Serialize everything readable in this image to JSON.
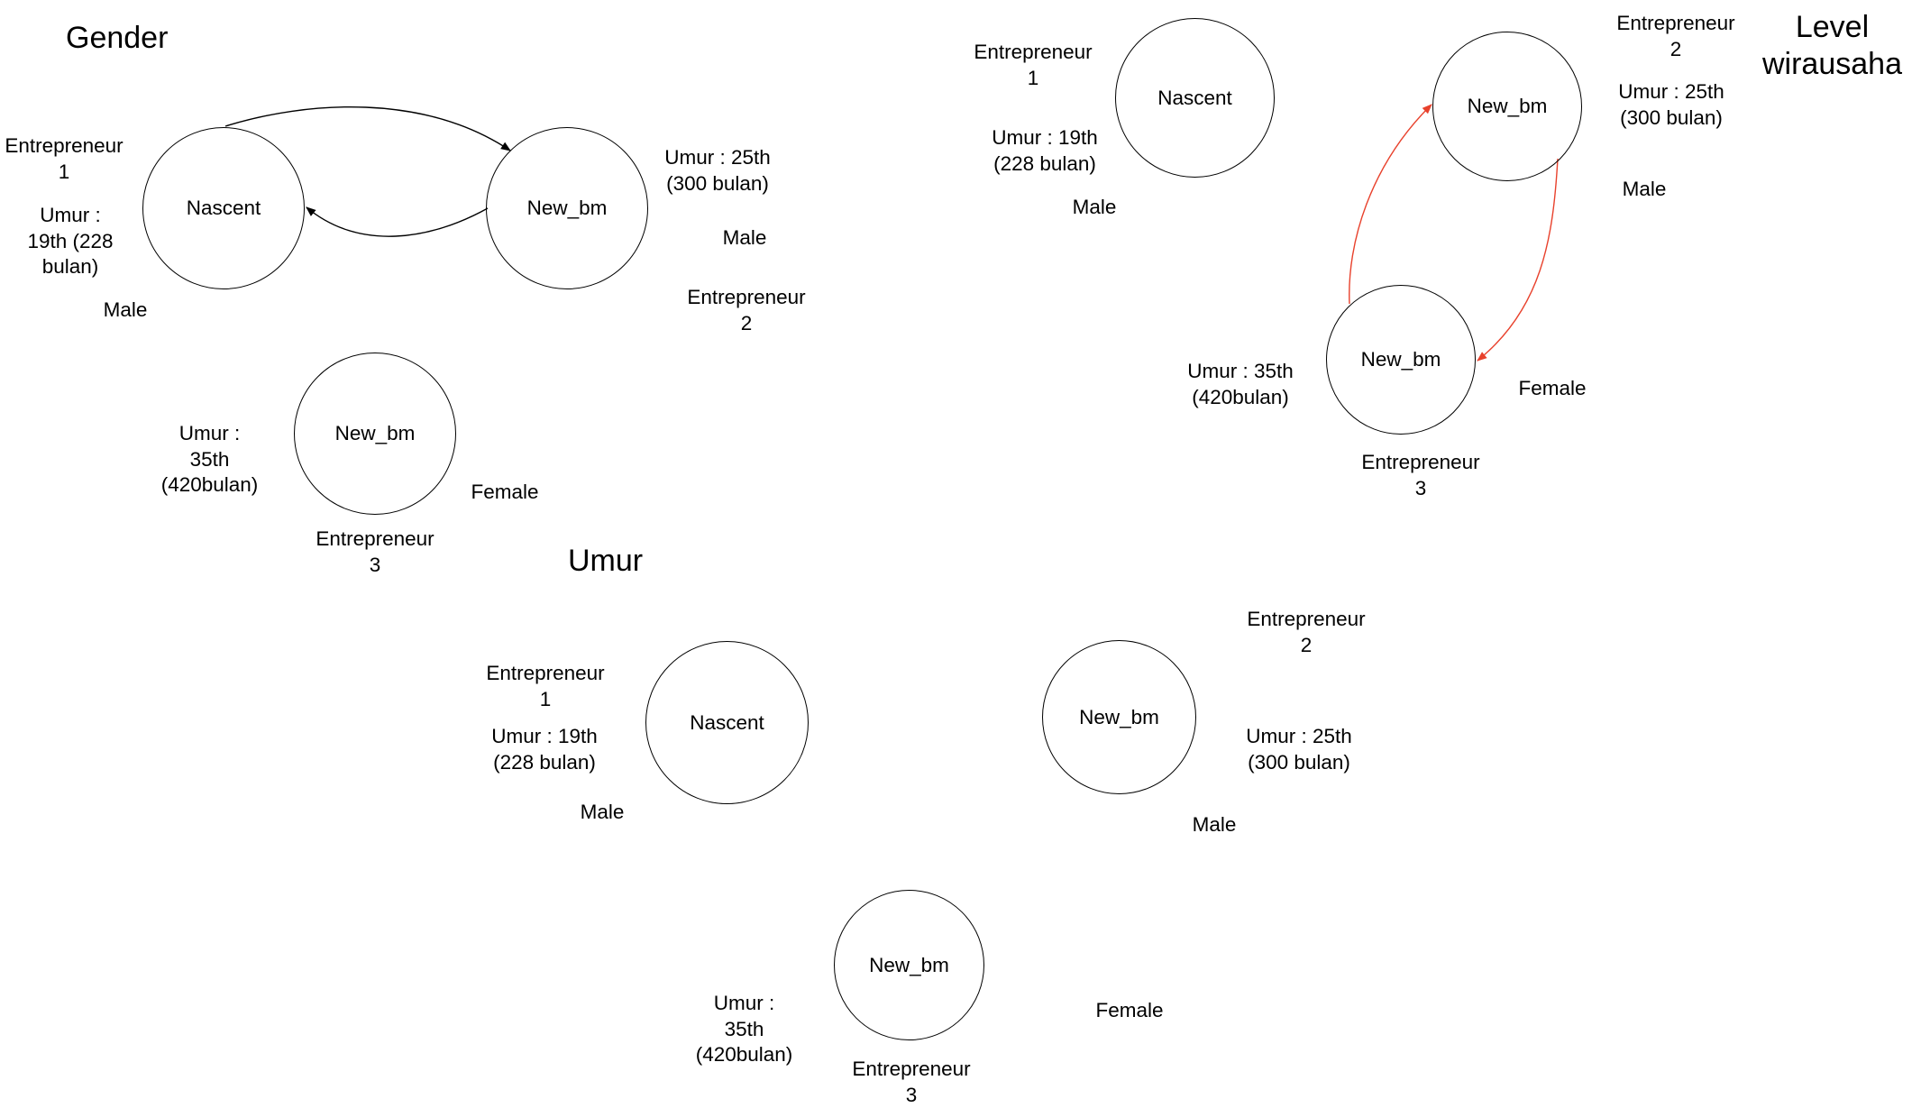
{
  "sections": {
    "gender": {
      "title": "Gender"
    },
    "level": {
      "title_lines": [
        "Level",
        "wirausaha"
      ]
    },
    "umur": {
      "title": "Umur"
    }
  },
  "node_labels": {
    "nascent": "Nascent",
    "new_bm": "New_bm"
  },
  "entrepreneurs": {
    "e1": {
      "name": [
        "Entrepreneur",
        "1"
      ],
      "age": [
        "Umur : 19th",
        "(228 bulan)"
      ],
      "age_wrapped": [
        "Umur :",
        "19th (228",
        "bulan)"
      ],
      "gender": "Male"
    },
    "e2": {
      "name": [
        "Entrepreneur",
        "2"
      ],
      "age": [
        "Umur : 25th",
        "(300 bulan)"
      ],
      "gender": "Male"
    },
    "e3": {
      "name": [
        "Entrepreneur",
        "3"
      ],
      "age": [
        "Umur : 35th",
        "(420bulan)"
      ],
      "age_wrapped": [
        "Umur :",
        "35th",
        "(420bulan)"
      ],
      "gender": "Female"
    }
  },
  "colors": {
    "edge_default": "#000000",
    "edge_highlight": "#e8412c",
    "node_stroke": "#000000"
  }
}
